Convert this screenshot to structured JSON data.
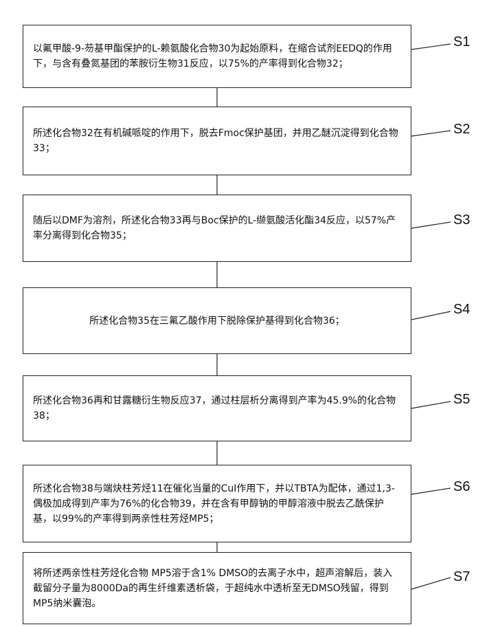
{
  "steps": [
    {
      "label": "S1",
      "text": "以氟甲酸-9-芴基甲酯保护的L-赖氨酸化合物30为起始原料，在缩合试剂EEDQ的作用下，与含有叠氮基团的苯胺衍生物31反应，以75%的产率得到化合物32；"
    },
    {
      "label": "S2",
      "text": "所述化合物32在有机碱哌啶的作用下，脱去Fmoc保护基团，并用乙醚沉淀得到化合物33；"
    },
    {
      "label": "S3",
      "text": "随后以DMF为溶剂，所述化合物33再与Boc保护的L-缬氨酸活化酯34反应，以57%产率分离得到化合物35；"
    },
    {
      "label": "S4",
      "text": "所述化合物35在三氟乙酸作用下脱除保护基得到化合物36；"
    },
    {
      "label": "S5",
      "text": "所述化合物36再和甘露糖衍生物反应37，通过柱层析分离得到产率为45.9%的化合物38；"
    },
    {
      "label": "S6",
      "text": "所述化合物38与端炔柱芳烃11在催化当量的CuI作用下，并以TBTA为配体，通过1,3-偶极加成得到产率为76%的化合物39，并在含有甲醇钠的甲醇溶液中脱去乙酰保护基，以99%的产率得到两亲性柱芳烃MP5；"
    },
    {
      "label": "S7",
      "text": "将所述两亲性柱芳烃化合物 MP5溶于含1% DMSO的去离子水中，超声溶解后，装入截留分子量为8000Da的再生纤维素透析袋，于超纯水中透析至无DMSO残留，得到MP5纳米囊泡。"
    }
  ]
}
